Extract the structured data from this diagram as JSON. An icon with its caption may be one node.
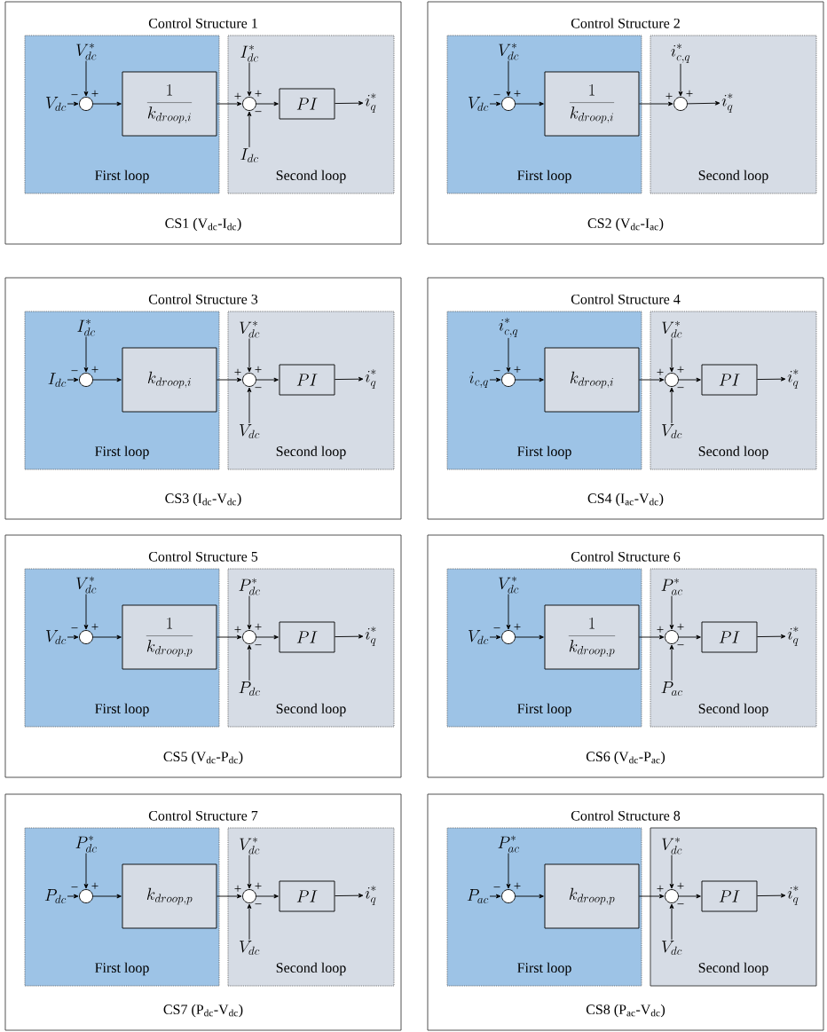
{
  "diagram": {
    "nodes": [
      {
        "text": [
          "Control Structure 1",
          "CS1 (V$_{dc}$-I$_{dc}$)"
        ]
      },
      {
        "text": [
          "First loop"
        ],
        "in": 0
      },
      {
        "text": [
          "V_{dc}^*"
        ],
        "in": 1
      },
      {
        "text": [
          "V_{dc}"
        ],
        "in": 1
      },
      {
        "text": [],
        "shape": "circle",
        "in": 1
      },
      {
        "text": [
          "\\frac{1}{k_{droop,i}}"
        ],
        "in": 1
      },
      {
        "text": [
          "Second loop"
        ],
        "in": 0
      },
      {
        "text": [
          "I_{dc}^*"
        ],
        "in": 6
      },
      {
        "text": [],
        "shape": "circle",
        "in": 6
      },
      {
        "text": [
          "I_{dc}"
        ],
        "in": 6
      },
      {
        "text": [
          "PI"
        ],
        "in": 6
      },
      {
        "text": [
          "i_q^*"
        ],
        "in": 6
      },
      {
        "text": [
          "Control Structure 2",
          "CS2 (V$_{dc}$-I$_{ac}$)"
        ]
      },
      {
        "text": [
          "First loop"
        ],
        "in": 12
      },
      {
        "text": [
          "V_{dc}^*"
        ],
        "in": 13
      },
      {
        "text": [
          "V_{dc}"
        ],
        "in": 13
      },
      {
        "text": [],
        "shape": "circle",
        "in": 13
      },
      {
        "text": [
          "\\frac{1}{k_{droop,i}}"
        ],
        "in": 13
      },
      {
        "text": [
          "Second loop"
        ],
        "in": 12
      },
      {
        "text": [
          "i_{c,q}^*"
        ],
        "in": 18
      },
      {
        "text": [],
        "shape": "circle",
        "in": 18
      },
      {
        "text": [
          "i_q^*"
        ],
        "in": 18
      },
      {
        "text": [
          "Control Structure 3",
          "CS3 (I$_{dc}$-V$_{dc}$)"
        ]
      },
      {
        "text": [
          "First loop"
        ],
        "in": 22
      },
      {
        "text": [
          "I_{dc}^*"
        ],
        "in": 23
      },
      {
        "text": [
          "I_{dc}"
        ],
        "in": 23
      },
      {
        "text": [],
        "shape": "circle",
        "in": 23
      },
      {
        "text": [
          "k_{droop,i}"
        ],
        "in": 23
      },
      {
        "text": [
          "Second loop"
        ],
        "in": 22
      },
      {
        "text": [
          "V_{dc}^*"
        ],
        "in": 28
      },
      {
        "text": [],
        "shape": "circle",
        "in": 28
      },
      {
        "text": [
          "V_{dc}"
        ],
        "in": 28
      },
      {
        "text": [
          "PI"
        ],
        "in": 28
      },
      {
        "text": [
          "i_q^*"
        ],
        "in": 28
      },
      {
        "text": [
          "Control Structure 4",
          "CS4 (I$_{ac}$-V$_{dc}$)"
        ]
      },
      {
        "text": [
          "First loop"
        ],
        "in": 34
      },
      {
        "text": [
          "i_{c,q}^*"
        ],
        "in": 35
      },
      {
        "text": [
          "i_{c,q}"
        ],
        "in": 35
      },
      {
        "text": [],
        "shape": "circle",
        "in": 35
      },
      {
        "text": [
          "k_{droop,i}"
        ],
        "in": 35
      },
      {
        "text": [
          "Second loop"
        ],
        "in": 34
      },
      {
        "text": [
          "V_{dc}^*"
        ],
        "in": 40
      },
      {
        "text": [],
        "shape": "circle",
        "in": 40
      },
      {
        "text": [
          "V_{dc}"
        ],
        "in": 40
      },
      {
        "text": [
          "PI"
        ],
        "in": 40
      },
      {
        "text": [
          "i_q^*"
        ],
        "in": 40
      },
      {
        "text": [
          "Control Structure 5",
          "CS5 (V$_{dc}$-P$_{dc}$)"
        ]
      },
      {
        "text": [
          "First loop"
        ],
        "in": 46
      },
      {
        "text": [
          "V_{dc}^*"
        ],
        "in": 47
      },
      {
        "text": [
          "V_{dc}"
        ],
        "in": 47
      },
      {
        "text": [],
        "shape": "circle",
        "in": 47
      },
      {
        "text": [
          "\\frac{1}{k_{droop,p}}"
        ],
        "in": 47
      },
      {
        "text": [
          "Second loop"
        ],
        "in": 46
      },
      {
        "text": [
          "P_{dc}^*"
        ],
        "in": 52
      },
      {
        "text": [],
        "shape": "circle",
        "in": 52
      },
      {
        "text": [
          "P_{dc}"
        ],
        "in": 52
      },
      {
        "text": [
          "PI"
        ],
        "in": 52
      },
      {
        "text": [
          "i_q^*"
        ],
        "in": 52
      },
      {
        "text": [
          "Control Structure 6",
          "CS6 (V$_{dc}$-P$_{ac}$)"
        ]
      },
      {
        "text": [
          "First loop"
        ],
        "in": 58
      },
      {
        "text": [
          "V_{dc}^*"
        ],
        "in": 59
      },
      {
        "text": [
          "V_{dc}"
        ],
        "in": 59
      },
      {
        "text": [],
        "shape": "circle",
        "in": 59
      },
      {
        "text": [
          "\\frac{1}{k_{droop,p}}"
        ],
        "in": 59
      },
      {
        "text": [
          "Second loop"
        ],
        "in": 58
      },
      {
        "text": [
          "P_{ac}^*"
        ],
        "in": 64
      },
      {
        "text": [],
        "shape": "circle",
        "in": 64
      },
      {
        "text": [
          "P_{ac}"
        ],
        "in": 64
      },
      {
        "text": [
          "PI"
        ],
        "in": 64
      },
      {
        "text": [
          "i_q^*"
        ],
        "in": 64
      },
      {
        "text": [
          "Control Structure 7",
          "CS7 (P$_{dc}$-V$_{dc}$)"
        ]
      },
      {
        "text": [
          "First loop"
        ],
        "in": 70
      },
      {
        "text": [
          "P_{dc}^*"
        ],
        "in": 71
      },
      {
        "text": [
          "P_{dc}"
        ],
        "in": 71
      },
      {
        "text": [],
        "shape": "circle",
        "in": 71
      },
      {
        "text": [
          "k_{droop,p}"
        ],
        "in": 71
      },
      {
        "text": [
          "Second loop"
        ],
        "in": 70
      },
      {
        "text": [
          "V_{dc}^*"
        ],
        "in": 76
      },
      {
        "text": [],
        "shape": "circle",
        "in": 76
      },
      {
        "text": [
          "V_{dc}"
        ],
        "in": 76
      },
      {
        "text": [
          "PI"
        ],
        "in": 76
      },
      {
        "text": [
          "i_q^*"
        ],
        "in": 76
      },
      {
        "text": [
          "Control Structure 8",
          "CS8 (P$_{ac}$-V$_{dc}$)"
        ]
      },
      {
        "text": [
          "First loop"
        ],
        "in": 82
      },
      {
        "text": [
          "P_{ac}^*"
        ],
        "in": 83
      },
      {
        "text": [
          "P_{ac}"
        ],
        "in": 83
      },
      {
        "text": [],
        "shape": "circle",
        "in": 83
      },
      {
        "text": [
          "k_{droop,p}"
        ],
        "in": 83
      },
      {
        "text": [
          "Second loop"
        ],
        "in": 82
      },
      {
        "text": [
          "V_{dc}^*"
        ],
        "in": 88
      },
      {
        "text": [],
        "shape": "circle",
        "in": 88
      },
      {
        "text": [
          "V_{dc}"
        ],
        "in": 88
      },
      {
        "text": [
          "PI"
        ],
        "in": 88
      },
      {
        "text": [
          "i_q^*"
        ],
        "in": 88
      }
    ],
    "edges": [
      {
        "from": 2,
        "to": 4,
        "arrow": "to",
        "label": "+"
      },
      {
        "from": 3,
        "to": 4,
        "arrow": "to",
        "label": "−"
      },
      {
        "from": 4,
        "to": 5,
        "arrow": "to"
      },
      {
        "from": 5,
        "to": 8,
        "arrow": "to",
        "label": "+"
      },
      {
        "from": 7,
        "to": 8,
        "arrow": "to",
        "label": "+"
      },
      {
        "from": 9,
        "to": 8,
        "arrow": "to",
        "label": "−"
      },
      {
        "from": 8,
        "to": 10,
        "arrow": "to"
      },
      {
        "from": 10,
        "to": 11,
        "arrow": "to"
      },
      {
        "from": 14,
        "to": 16,
        "arrow": "to",
        "label": "+"
      },
      {
        "from": 15,
        "to": 16,
        "arrow": "to",
        "label": "−"
      },
      {
        "from": 16,
        "to": 17,
        "arrow": "to"
      },
      {
        "from": 17,
        "to": 20,
        "arrow": "to",
        "label": "+"
      },
      {
        "from": 19,
        "to": 20,
        "arrow": "to",
        "label": "+"
      },
      {
        "from": 20,
        "to": 21,
        "arrow": "to"
      },
      {
        "from": 24,
        "to": 26,
        "arrow": "to",
        "label": "+"
      },
      {
        "from": 25,
        "to": 26,
        "arrow": "to",
        "label": "−"
      },
      {
        "from": 26,
        "to": 27,
        "arrow": "to"
      },
      {
        "from": 27,
        "to": 30,
        "arrow": "to",
        "label": "+"
      },
      {
        "from": 29,
        "to": 30,
        "arrow": "to",
        "label": "+"
      },
      {
        "from": 31,
        "to": 30,
        "arrow": "to",
        "label": "−"
      },
      {
        "from": 30,
        "to": 32,
        "arrow": "to"
      },
      {
        "from": 32,
        "to": 33,
        "arrow": "to"
      },
      {
        "from": 36,
        "to": 38,
        "arrow": "to",
        "label": "+"
      },
      {
        "from": 37,
        "to": 38,
        "arrow": "to",
        "label": "−"
      },
      {
        "from": 38,
        "to": 39,
        "arrow": "to"
      },
      {
        "from": 39,
        "to": 42,
        "arrow": "to",
        "label": "+"
      },
      {
        "from": 41,
        "to": 42,
        "arrow": "to",
        "label": "+"
      },
      {
        "from": 43,
        "to": 42,
        "arrow": "to",
        "label": "−"
      },
      {
        "from": 42,
        "to": 44,
        "arrow": "to"
      },
      {
        "from": 44,
        "to": 45,
        "arrow": "to"
      },
      {
        "from": 48,
        "to": 50,
        "arrow": "to",
        "label": "+"
      },
      {
        "from": 49,
        "to": 50,
        "arrow": "to",
        "label": "−"
      },
      {
        "from": 50,
        "to": 51,
        "arrow": "to"
      },
      {
        "from": 51,
        "to": 54,
        "arrow": "to",
        "label": "+"
      },
      {
        "from": 53,
        "to": 54,
        "arrow": "to",
        "label": "+"
      },
      {
        "from": 55,
        "to": 54,
        "arrow": "to",
        "label": "−"
      },
      {
        "from": 54,
        "to": 56,
        "arrow": "to"
      },
      {
        "from": 56,
        "to": 57,
        "arrow": "to"
      },
      {
        "from": 60,
        "to": 62,
        "arrow": "to",
        "label": "+"
      },
      {
        "from": 61,
        "to": 62,
        "arrow": "to",
        "label": "−"
      },
      {
        "from": 62,
        "to": 63,
        "arrow": "to"
      },
      {
        "from": 63,
        "to": 66,
        "arrow": "to",
        "label": "+"
      },
      {
        "from": 65,
        "to": 66,
        "arrow": "to",
        "label": "+"
      },
      {
        "from": 67,
        "to": 66,
        "arrow": "to",
        "label": "−"
      },
      {
        "from": 66,
        "to": 68,
        "arrow": "to"
      },
      {
        "from": 68,
        "to": 69,
        "arrow": "to"
      },
      {
        "from": 72,
        "to": 74,
        "arrow": "to",
        "label": "+"
      },
      {
        "from": 73,
        "to": 74,
        "arrow": "to",
        "label": "−"
      },
      {
        "from": 74,
        "to": 75,
        "arrow": "to"
      },
      {
        "from": 75,
        "to": 78,
        "arrow": "to",
        "label": "+"
      },
      {
        "from": 77,
        "to": 78,
        "arrow": "to",
        "label": "+"
      },
      {
        "from": 79,
        "to": 78,
        "arrow": "to",
        "label": "−"
      },
      {
        "from": 78,
        "to": 80,
        "arrow": "to"
      },
      {
        "from": 80,
        "to": 81,
        "arrow": "to"
      },
      {
        "from": 84,
        "to": 86,
        "arrow": "to",
        "label": "+"
      },
      {
        "from": 85,
        "to": 86,
        "arrow": "to",
        "label": "−"
      },
      {
        "from": 86,
        "to": 87,
        "arrow": "to"
      },
      {
        "from": 87,
        "to": 90,
        "arrow": "to",
        "label": "+"
      },
      {
        "from": 89,
        "to": 90,
        "arrow": "to",
        "label": "+"
      },
      {
        "from": 91,
        "to": 90,
        "arrow": "to",
        "label": "−"
      },
      {
        "from": 90,
        "to": 92,
        "arrow": "to"
      },
      {
        "from": 92,
        "to": 93,
        "arrow": "to"
      }
    ]
  }
}
